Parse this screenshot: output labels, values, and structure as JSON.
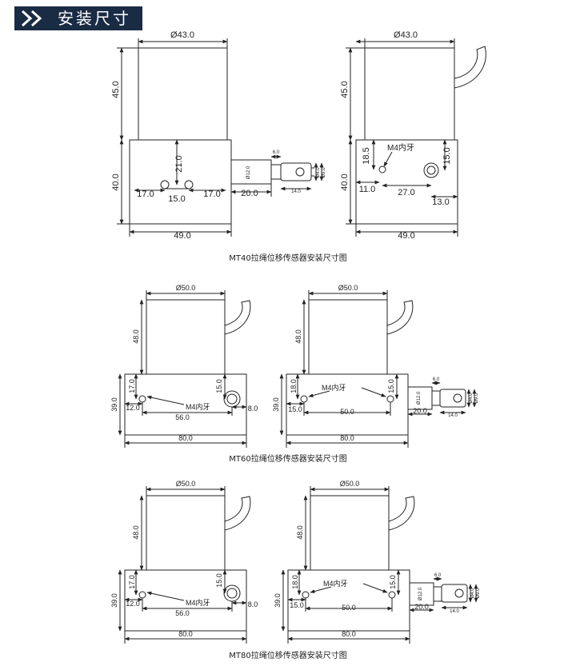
{
  "header": {
    "title": "安装尺寸",
    "bg_color": "#1a2b44",
    "icon": "double-chevron-right-icon"
  },
  "mt40": {
    "caption": "MT40拉绳位移传感器安装尺寸图",
    "left": {
      "dia_top": "Ø43.0",
      "h_top": "45.0",
      "h_body": "40.0",
      "d21": "21.0",
      "d17a": "17.0",
      "d15": "15.0",
      "d17b": "17.0",
      "d20": "20.0",
      "w49": "49.0",
      "d6": "6.0",
      "d14": "14.0",
      "p12": "Ø12.0",
      "p4": "Ø4.0",
      "p9": "Ø9.0"
    },
    "right": {
      "dia_top": "Ø43.0",
      "h_top": "45.0",
      "h_body": "40.0",
      "m4": "M4内牙",
      "d18_5": "18.5",
      "d15": "15.0",
      "d11": "11.0",
      "d27": "27.0",
      "d13": "13.0",
      "w49": "49.0"
    }
  },
  "mt60": {
    "caption": "MT60拉绳位移传感器安装尺寸图",
    "left": {
      "dia_top": "Ø50.0",
      "h_top": "48.0",
      "h_body": "39.0",
      "d17": "17.0",
      "d15": "15.0",
      "d12": "12.0",
      "m4": "M4内牙",
      "d8": "8.0",
      "d56": "56.0",
      "w80": "80.0"
    },
    "right": {
      "dia_top": "Ø50.0",
      "h_top": "48.0",
      "h_body": "39.0",
      "d18": "18.0",
      "m4": "M4内牙",
      "d15a": "15.0",
      "d15b": "15.0",
      "d50": "50.0",
      "d20": "20.0",
      "d6": "6.0",
      "d14": "14.0",
      "w80": "80.0",
      "p12": "Ø12.0",
      "p4": "Ø4.0",
      "p9": "Ø9.0"
    }
  },
  "mt80": {
    "caption": "MT80拉绳位移传感器安装尺寸图",
    "left": {
      "dia_top": "Ø50.0",
      "h_top": "48.0",
      "h_body": "39.0",
      "d17": "17.0",
      "d15": "15.0",
      "d12": "12.0",
      "m4": "M4内牙",
      "d8": "8.0",
      "d56": "56.0",
      "w80": "80.0"
    },
    "right": {
      "dia_top": "Ø50.0",
      "h_top": "48.0",
      "h_body": "39.0",
      "d18": "18.0",
      "m4": "M4内牙",
      "d15a": "15.0",
      "d15b": "15.0",
      "d50": "50.0",
      "d20": "20.0",
      "d6": "6.0",
      "d14": "14.0",
      "w80": "80.0",
      "p12": "Ø12.0",
      "p4": "Ø4.0",
      "p9": "Ø9.0"
    }
  }
}
